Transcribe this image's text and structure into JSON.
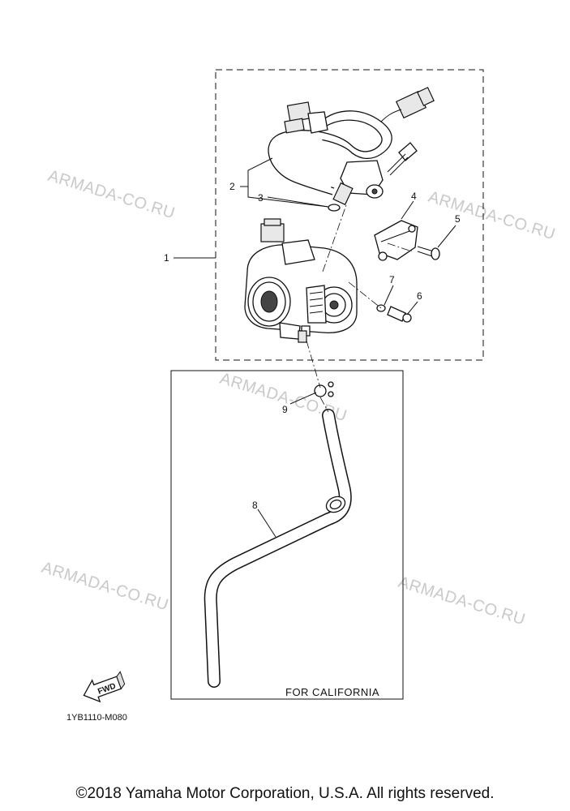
{
  "watermark": "ARMADA-CO.RU",
  "callouts": {
    "n1": "1",
    "n2": "2",
    "n3": "3",
    "n4": "4",
    "n5": "5",
    "n6": "6",
    "n7": "7",
    "n8": "8",
    "n9": "9"
  },
  "california_label": "FOR CALIFORNIA",
  "fwd_label": "FWD",
  "diagram_code": "1YB1110-M080",
  "copyright": "©2018 Yamaha Motor Corporation, U.S.A. All rights reserved."
}
